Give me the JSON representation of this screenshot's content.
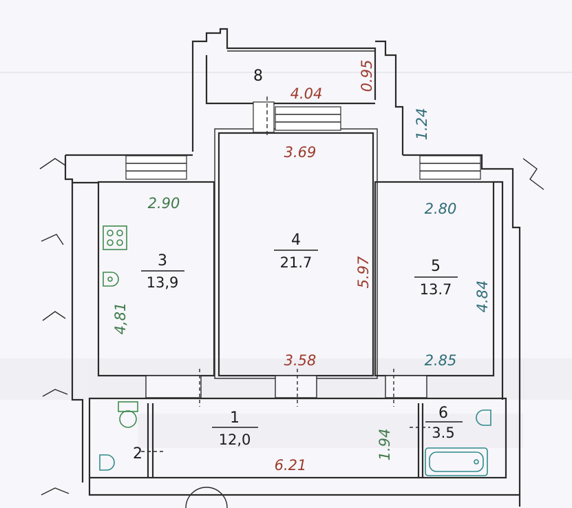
{
  "rooms": [
    {
      "id": "1",
      "number": "1",
      "area": "12,0"
    },
    {
      "id": "2",
      "number": "2"
    },
    {
      "id": "3",
      "number": "3",
      "area": "13,9"
    },
    {
      "id": "4",
      "number": "4",
      "area": "21.7"
    },
    {
      "id": "5",
      "number": "5",
      "area": "13.7"
    },
    {
      "id": "6",
      "number": "6",
      "area": "3.5"
    },
    {
      "id": "8",
      "number": "8"
    }
  ],
  "dimensions": {
    "balcony_width": "4.04",
    "balcony_depth": "0.95",
    "balcony_side": "1.24",
    "room4_top": "3.69",
    "room4_bottom": "3.58",
    "room4_side": "5.97",
    "room3_top": "2.90",
    "room3_side": "4,81",
    "room5_top": "2.80",
    "room5_bottom": "2.85",
    "room5_side": "4.84",
    "hall_length": "6.21",
    "hall_width": "1.94"
  },
  "colors": {
    "walls": "#2a2a2a",
    "dim_red": "#9b3a2b",
    "dim_green": "#3f7a4a",
    "dim_teal": "#2f6d78",
    "background": "#f7f6fa"
  },
  "icons": [
    "stove-icon",
    "sink-icon",
    "toilet-icon",
    "bathtub-icon"
  ]
}
